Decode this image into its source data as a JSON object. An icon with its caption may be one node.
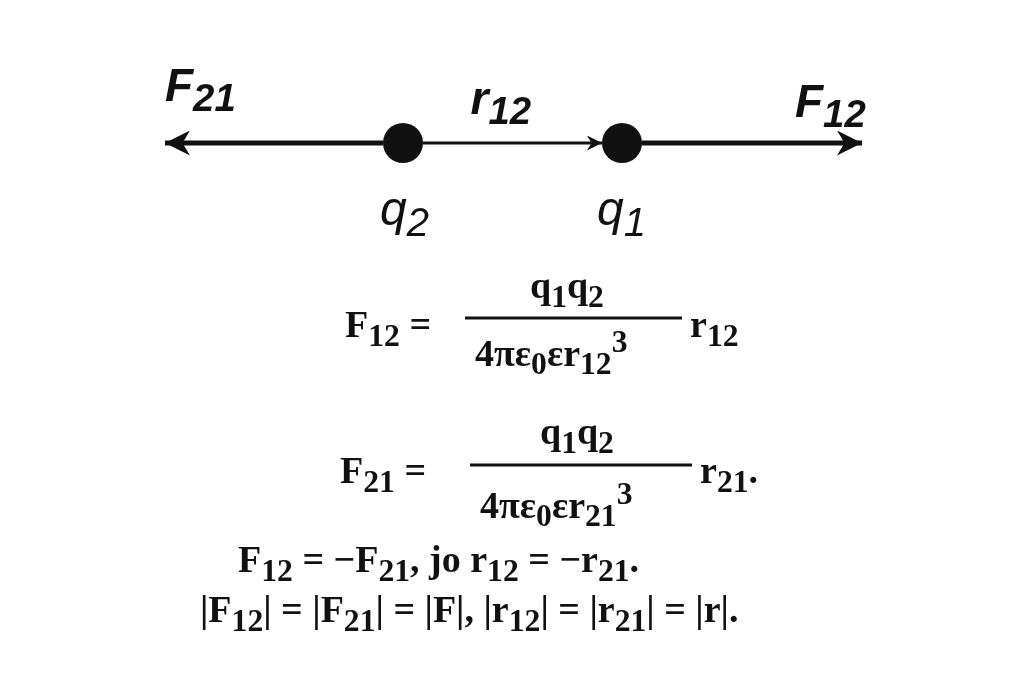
{
  "diagram": {
    "nodes": [
      {
        "text": [],
        "shape": "circle",
        "beside": [
          "q$_{2}$"
        ]
      },
      {
        "text": [],
        "shape": "circle",
        "beside": [
          "q$_{1}$"
        ]
      }
    ],
    "edges": [
      {
        "from": 0,
        "to": 1,
        "arrow": "to",
        "label": "r$_{12}$"
      }
    ],
    "labels": [
      "F$_{21}$",
      "F$_{12}$",
      "F$_{12}$ =",
      "q$_{1}$q$_{2}$",
      "4πε$_{0}$εr$_{12}$$^{3}$",
      "r$_{12}$",
      "F$_{21}$ =",
      "q$_{1}$q$_{2}$",
      "4πε$_{0}$εr$_{21}$$^{3}$",
      "r$_{21}$.",
      "F$_{12}$ = −F$_{21}$, jo r$_{12}$ = −r$_{21}$.",
      "|F$_{12}$| = |F$_{21}$| = |F|, |r$_{12}$| = |r$_{21}$| = |r|."
    ]
  }
}
